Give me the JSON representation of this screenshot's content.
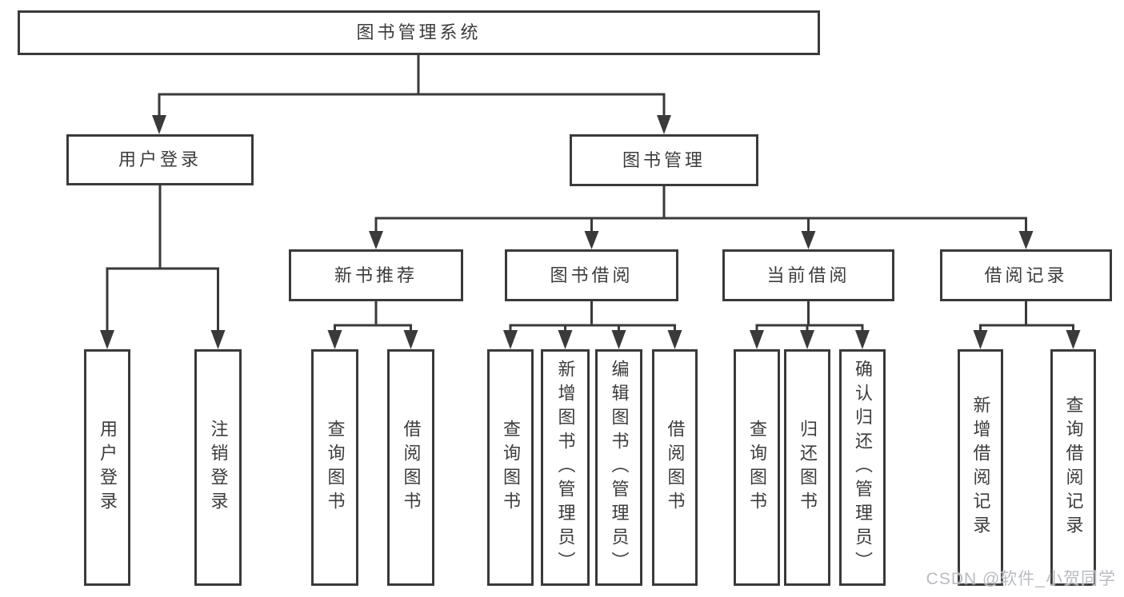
{
  "tree": {
    "root": "图书管理系统",
    "level2": [
      "用户登录",
      "图书管理"
    ],
    "level3": [
      "新书推荐",
      "图书借阅",
      "当前借阅",
      "借阅记录"
    ],
    "leaves_login": [
      "用户登录",
      "注销登录"
    ],
    "leaves_newbook": [
      "查询图书",
      "借阅图书"
    ],
    "leaves_borrow": [
      "查询图书",
      "新增图书（管理员）",
      "编辑图书（管理员）",
      "借阅图书"
    ],
    "leaves_current": [
      "查询图书",
      "归还图书",
      "确认归还（管理员）"
    ],
    "leaves_records": [
      "新增借阅记录",
      "查询借阅记录"
    ]
  },
  "watermark": "CSDN @软件_小贺同学",
  "colors": {
    "line": "#3a3a3a",
    "text": "#3c3c3c",
    "watermark": "#b9bcc1",
    "background": "#ffffff"
  }
}
